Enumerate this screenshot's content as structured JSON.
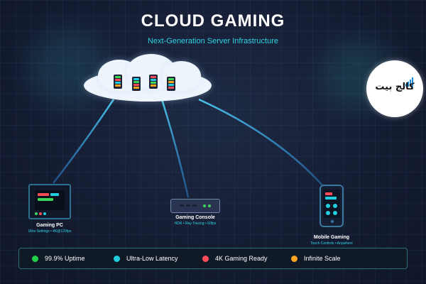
{
  "header": {
    "title": "CLOUD GAMING",
    "subtitle": "Next-Generation Server Infrastructure"
  },
  "devices": [
    {
      "name": "Gaming PC",
      "details": "Ultra Settings • 4K@120fps"
    },
    {
      "name": "Gaming Console",
      "details": "HDR • Ray Tracing • 60fps"
    },
    {
      "name": "Mobile Gaming",
      "details": "Touch Controls • Anywhere"
    }
  ],
  "stats": [
    {
      "label": "99.9% Uptime",
      "color": "#22d24a"
    },
    {
      "label": "Ultra-Low Latency",
      "color": "#22cde0"
    },
    {
      "label": "4K Gaming Ready",
      "color": "#ff4a5a"
    },
    {
      "label": "Infinite Scale",
      "color": "#ffa321"
    }
  ],
  "colors": {
    "accent": "#2fd3e3",
    "background": "#151d33",
    "link": "#2fb4e0"
  },
  "watermark": {
    "text": "کالج بیت"
  }
}
